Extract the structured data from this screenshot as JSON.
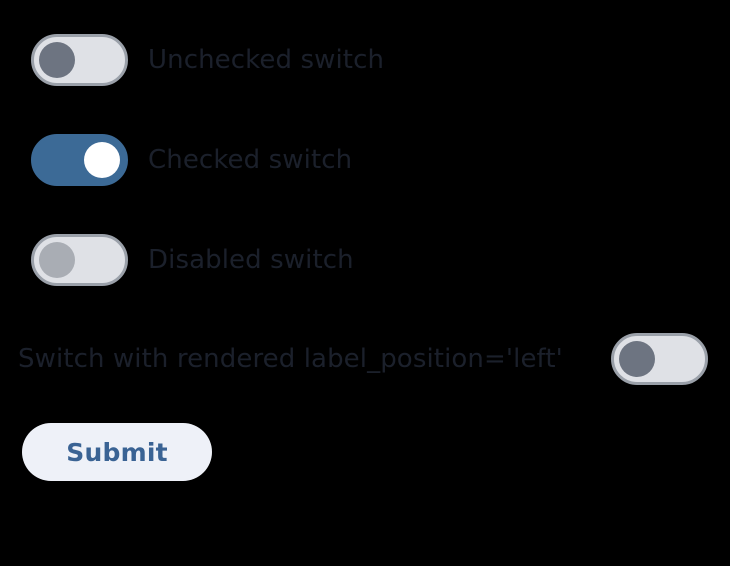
{
  "page": {
    "background_color": "#000000"
  },
  "colors": {
    "track_off_bg": "#dfe1e6",
    "track_off_border": "#9aa0a9",
    "track_on_bg": "#3c6a96",
    "knob_grey": "#6d7481",
    "knob_grey_disabled": "#a9adb4",
    "knob_white": "#ffffff",
    "label_text": "#1b202b",
    "button_bg": "#eef1f8",
    "button_text": "#3a6394"
  },
  "form": {
    "switches": [
      {
        "name": "unchecked-switch",
        "label": "Unchecked switch",
        "state": "off",
        "checked": false,
        "disabled": false,
        "label_position": "right"
      },
      {
        "name": "checked-switch",
        "label": "Checked switch",
        "state": "on",
        "checked": true,
        "disabled": false,
        "label_position": "right"
      },
      {
        "name": "disabled-switch",
        "label": "Disabled switch",
        "state": "off",
        "checked": false,
        "disabled": true,
        "label_position": "right"
      },
      {
        "name": "label-position-left-switch",
        "label": "Switch with rendered label_position='left'",
        "state": "off",
        "checked": false,
        "disabled": false,
        "label_position": "left"
      }
    ],
    "submit": {
      "label": "Submit"
    }
  }
}
